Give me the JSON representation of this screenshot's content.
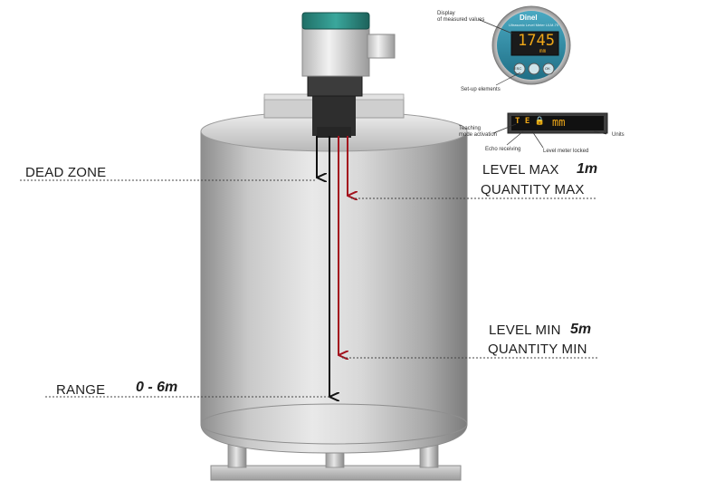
{
  "labels": {
    "dead_zone": "DEAD ZONE",
    "level_max": "LEVEL MAX",
    "level_max_value": "1m",
    "quantity_max": "QUANTITY MAX",
    "level_min": "LEVEL MIN",
    "level_min_value": "5m",
    "quantity_min": "QUANTITY MIN",
    "range": "RANGE",
    "range_value": "0 - 6m"
  },
  "meter": {
    "brand": "Dinel",
    "model": "Ultrasonic Level Meter ULM-70",
    "reading": "1745",
    "unit": "mm",
    "button_esc": "ESC",
    "button_ok": "OK",
    "callout_display": "Display\nof measured values",
    "callout_setup": "Set-up elements"
  },
  "status_panel": {
    "unit": "mm",
    "callout_teaching": "Teaching\nmode activation",
    "callout_echo": "Echo receiving",
    "callout_locked": "Level meter locked",
    "callout_units": "Units"
  },
  "colors": {
    "arrow_black": "#111111",
    "arrow_red": "#a3111d",
    "display_digits": "#f0a818",
    "sensor_cap": "#2f8f86"
  }
}
